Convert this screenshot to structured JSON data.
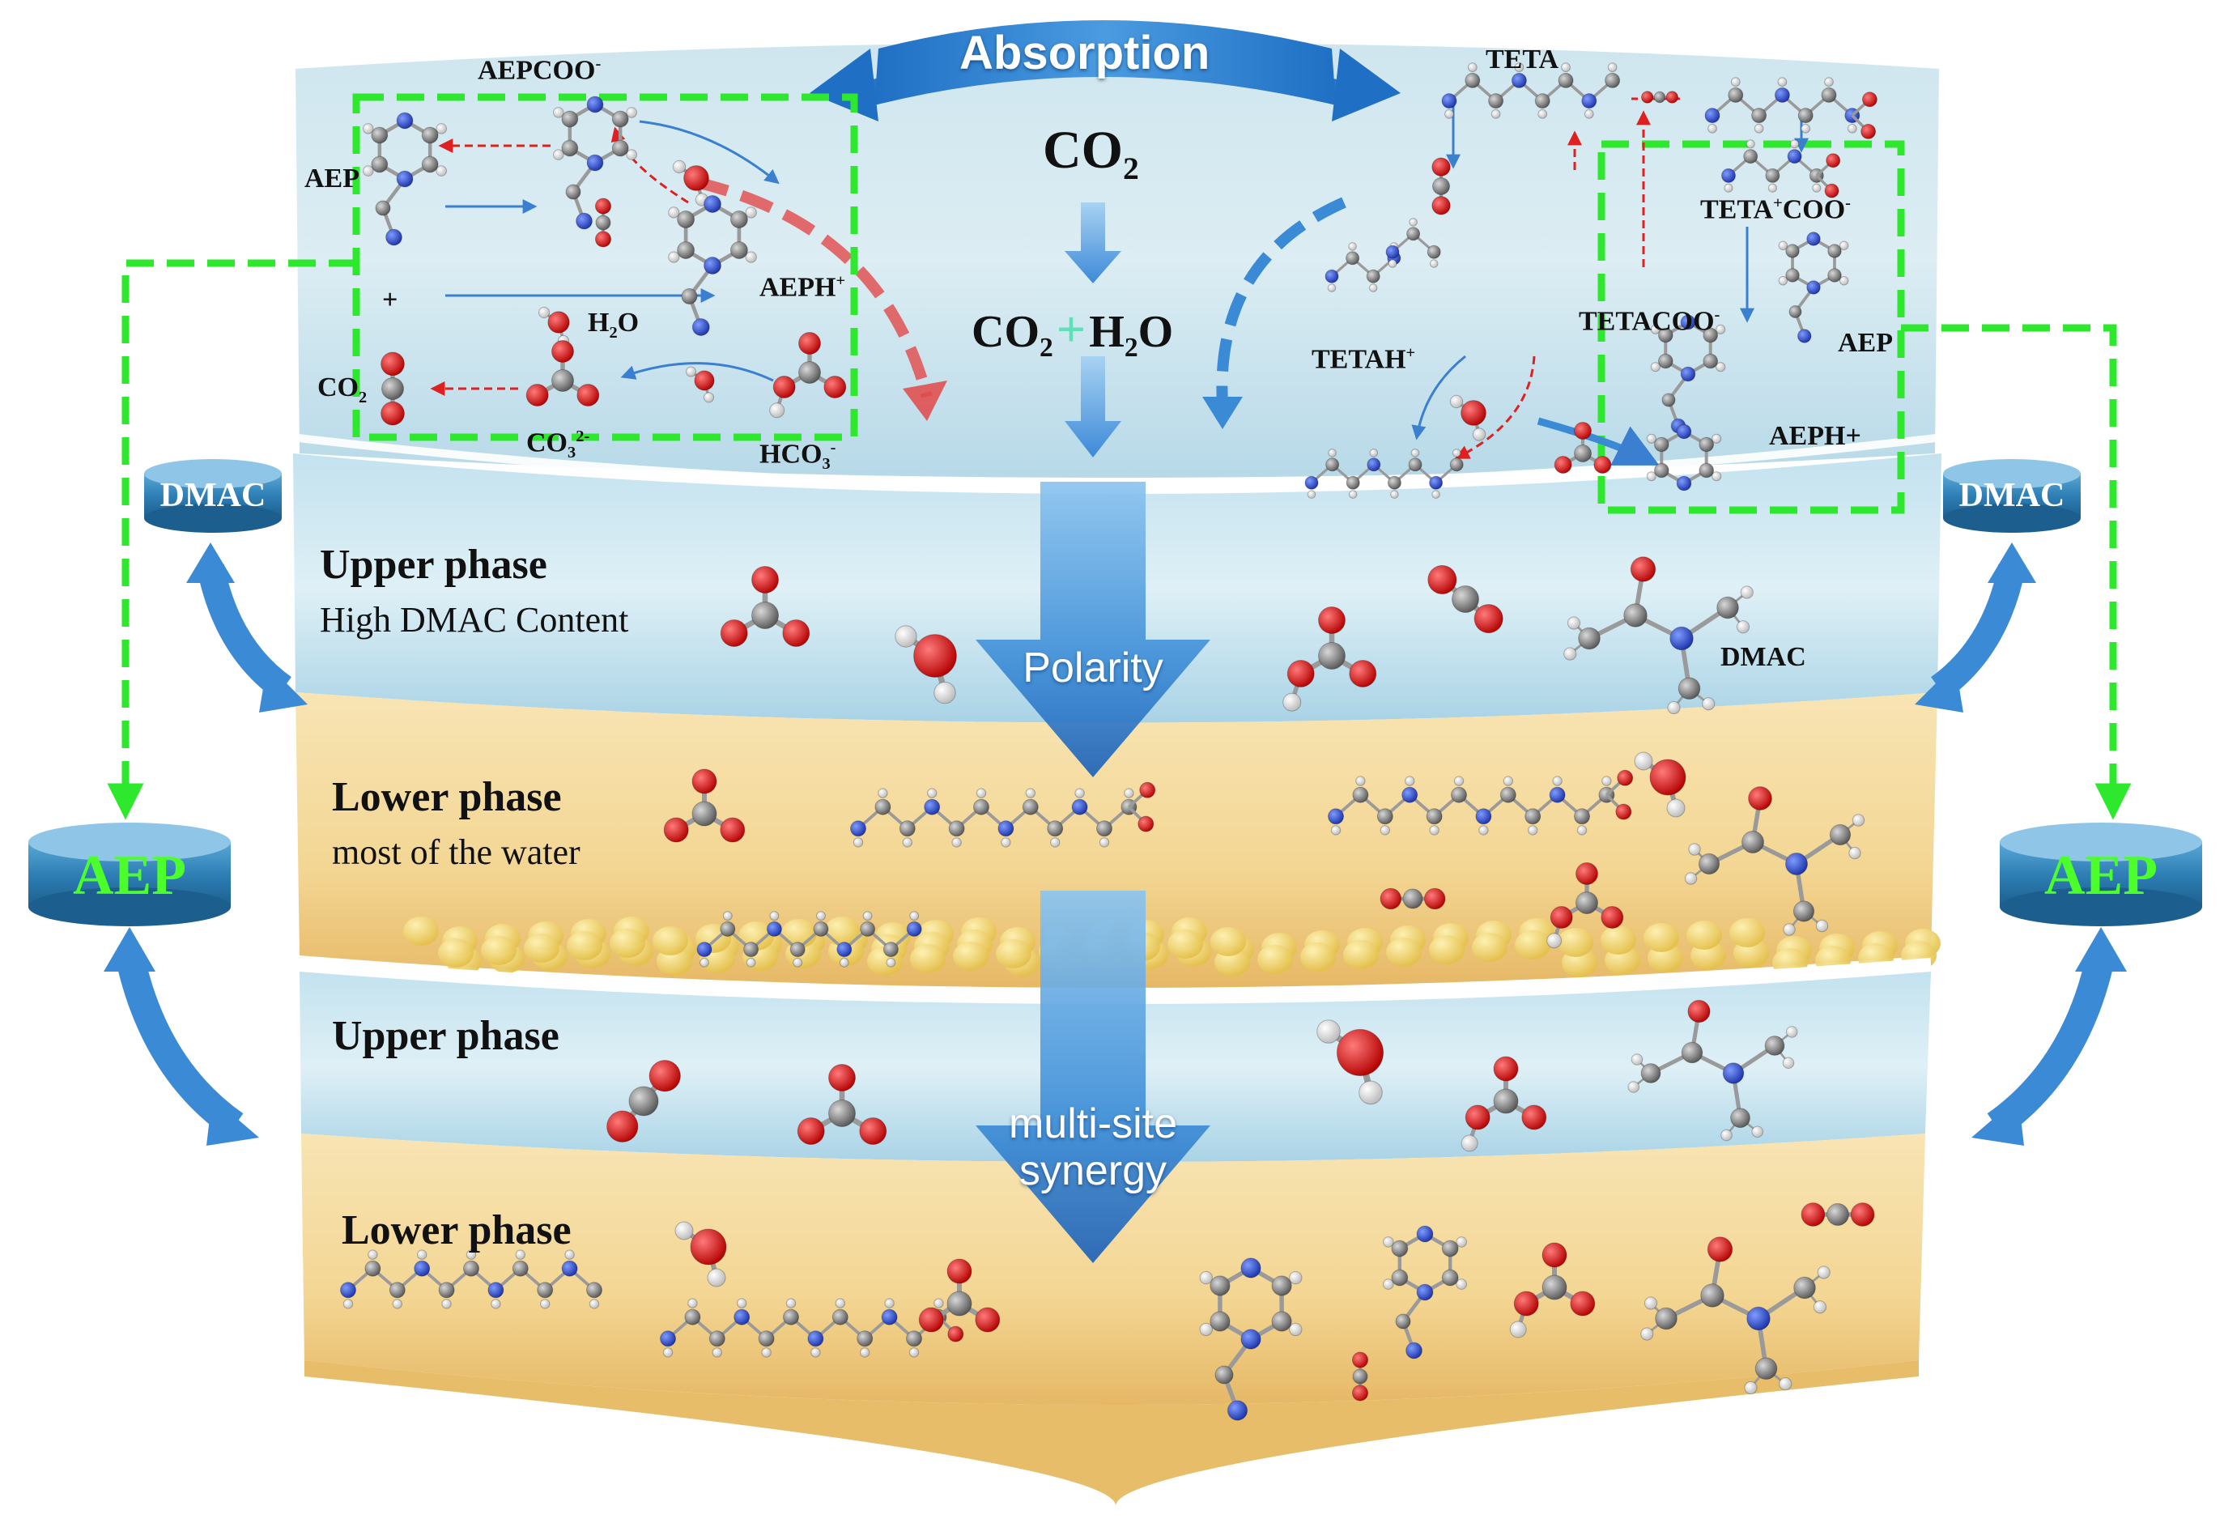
{
  "colors": {
    "aqueous": "#bfe1ef",
    "organic": "#f1d494",
    "arrow_blue": "#3c8fd6",
    "dash_green": "#2ee82e",
    "aep_text": "#4cff2a",
    "oxygen": "#d81a1a",
    "carbon": "#8a8a8a",
    "nitrogen": "#2a4fd8",
    "hydrogen": "#f0f0f0"
  },
  "absorption": {
    "label": "Absorption"
  },
  "center": {
    "co2": "CO",
    "co2_sub": "2",
    "co2_h2o_a": "CO",
    "co2_h2o_sub": "2",
    "plus": "+",
    "h2o": "H",
    "h2o_sub": "2",
    "h2o_tail": "O"
  },
  "left_box": {
    "aepcoo": "AEPCOO",
    "aepcoo_sup": "-",
    "aep": "AEP",
    "aeph": "AEPH",
    "aeph_sup": "+",
    "plus": "+",
    "h2o": "H",
    "h2o_sub": "2",
    "h2o_tail": "O",
    "co2": "CO",
    "co2_sub": "2",
    "co3": "CO",
    "co3_sub": "3",
    "co3_sup": "2-",
    "hco3": "HCO",
    "hco3_sub": "3",
    "hco3_sup": "-"
  },
  "right_box": {
    "teta": "TETA",
    "tetah": "TETAH",
    "tetah_sup": "+",
    "tetacoo": "TETACOO",
    "tetacoo_sup": "-",
    "tetacoo2": "TETA",
    "tetacoo2_sup": "+",
    "tetacoo2_tail": "COO",
    "tetacoo2_sup2": "-",
    "aep": "AEP",
    "aeph": "AEPH+"
  },
  "side": {
    "dmac_left": "DMAC",
    "dmac_right": "DMAC",
    "aep_left": "AEP",
    "aep_right": "AEP"
  },
  "layers": {
    "upper1_title": "Upper phase",
    "upper1_desc": "High DMAC Content",
    "upper1_dmac": "DMAC",
    "lower1_title": "Lower phase",
    "lower1_desc": "most of the water",
    "upper2_title": "Upper phase",
    "lower2_title": "Lower phase"
  },
  "flow": {
    "polarity": "Polarity",
    "synergy_1": "multi-site",
    "synergy_2": "synergy"
  }
}
